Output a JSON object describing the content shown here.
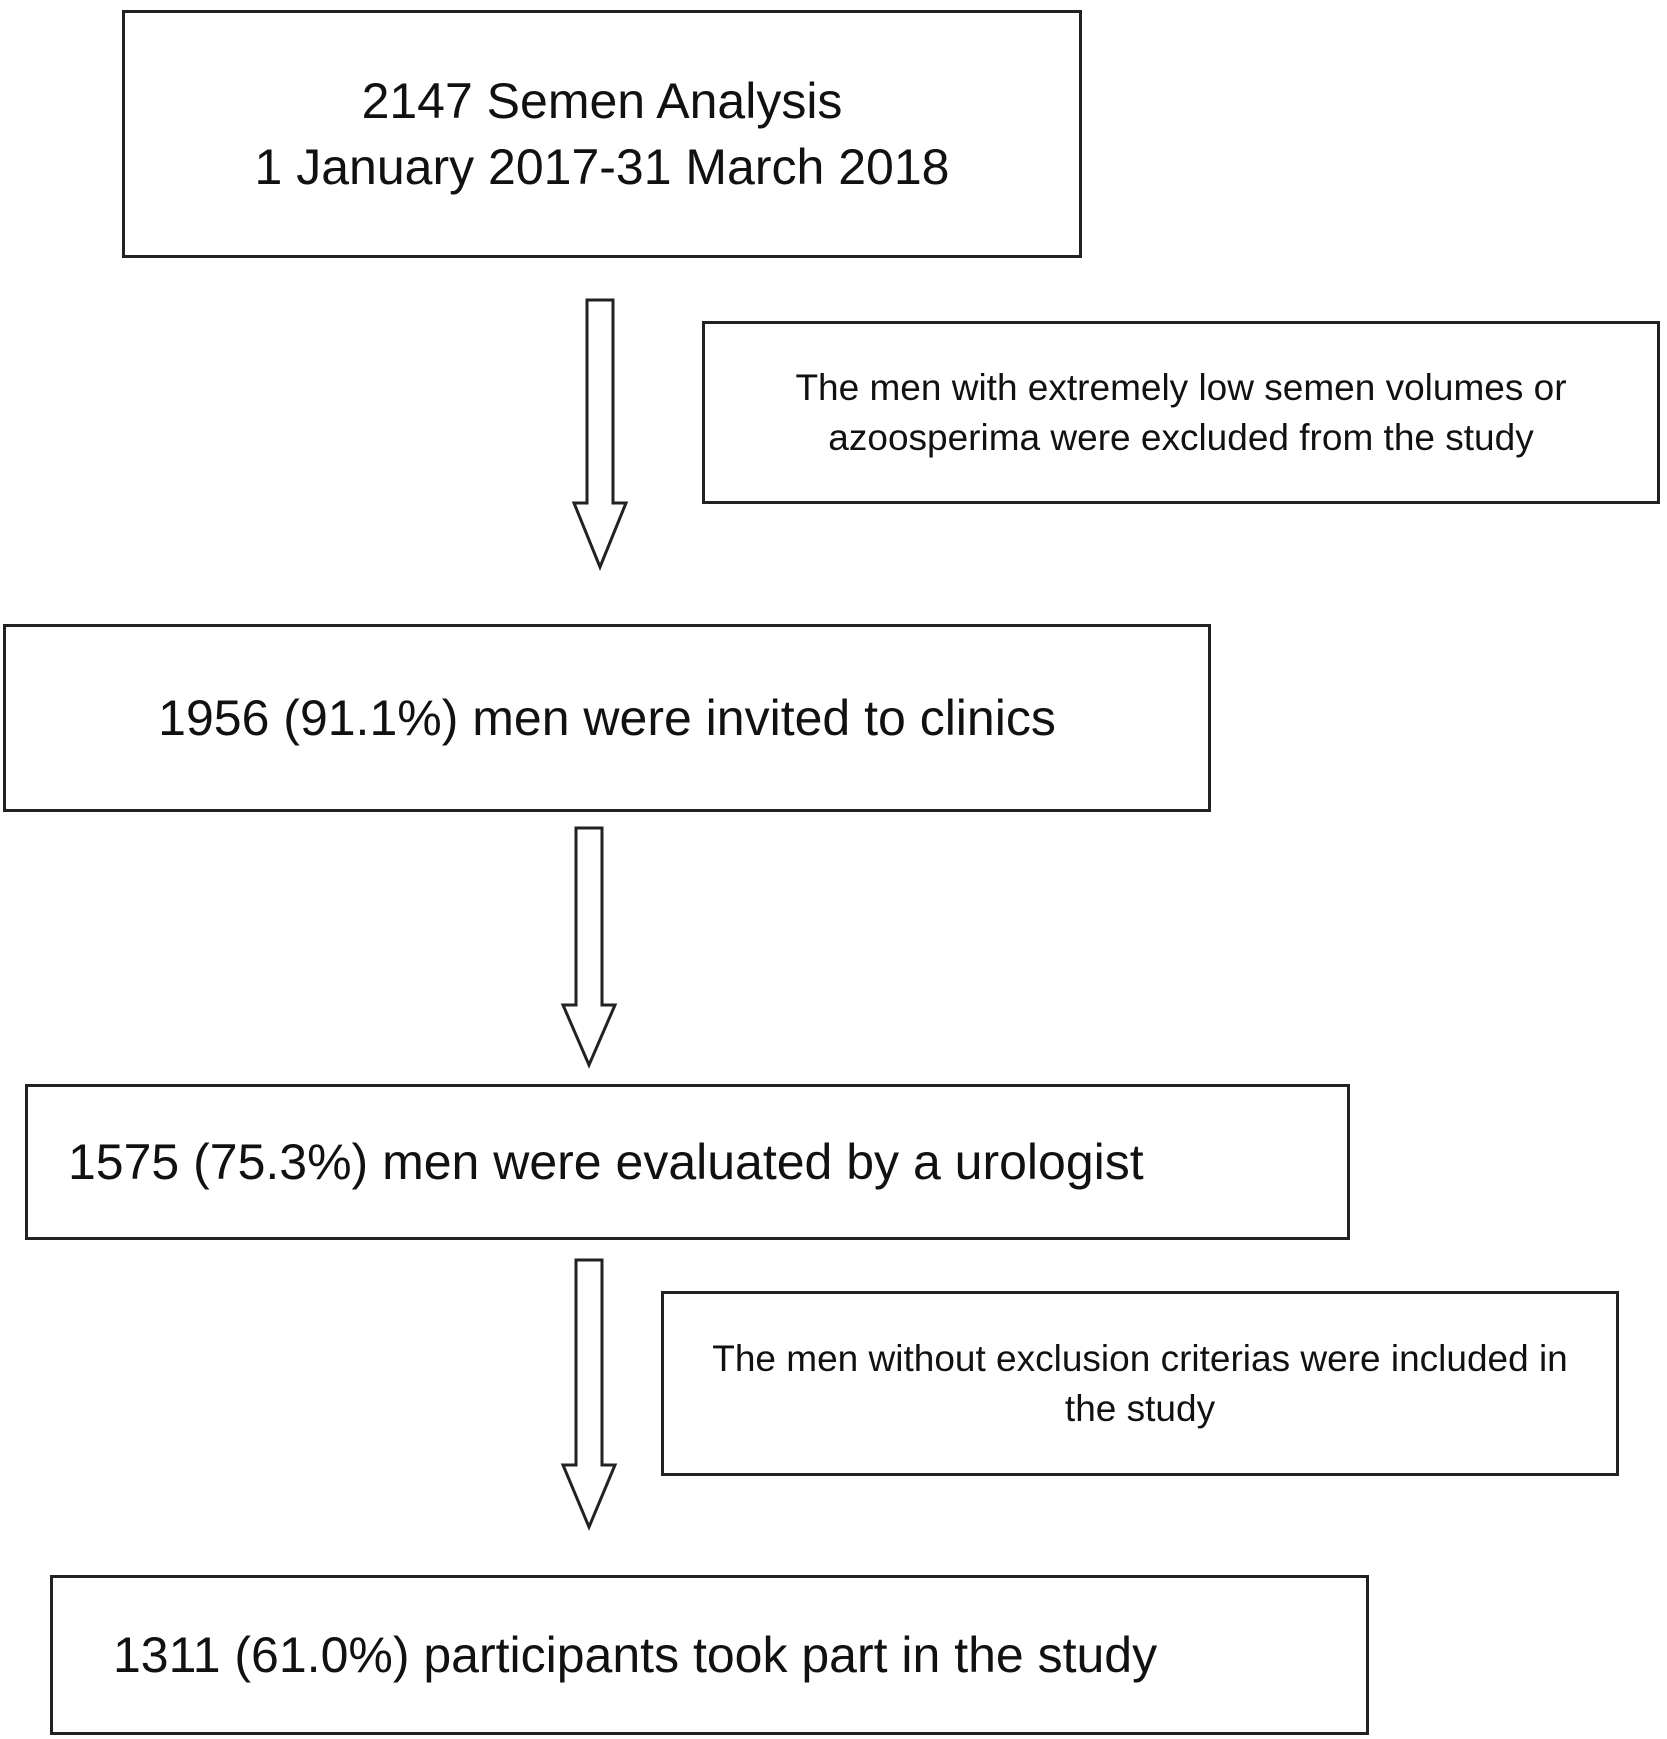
{
  "flow": {
    "boxes": [
      {
        "lines": [
          "2147 Semen Analysis",
          "1 January 2017-31 March 2018"
        ]
      },
      {
        "lines": [
          "1956 (91.1%) men were invited to clinics"
        ]
      },
      {
        "lines": [
          "1575 (75.3%) men were evaluated by a urologist"
        ]
      },
      {
        "lines": [
          "1311 (61.0%) participants took part in the study"
        ]
      }
    ],
    "side_notes": [
      {
        "lines": [
          "The men with extremely low semen volumes or",
          "azoosperima were excluded from the study"
        ]
      },
      {
        "lines": [
          "The men without exclusion criterias were included in",
          "the study"
        ]
      }
    ]
  }
}
